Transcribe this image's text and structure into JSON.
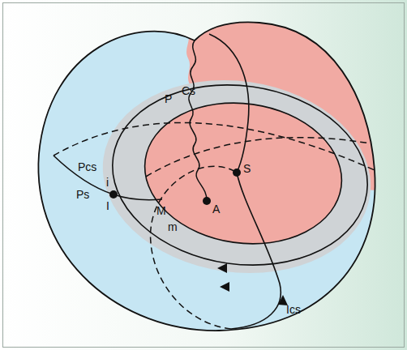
{
  "diagram": {
    "labels": [
      "P",
      "Cs",
      "Pcs",
      "i",
      "S",
      "Ps",
      "I",
      "M",
      "A",
      "m",
      "Ics"
    ]
  }
}
